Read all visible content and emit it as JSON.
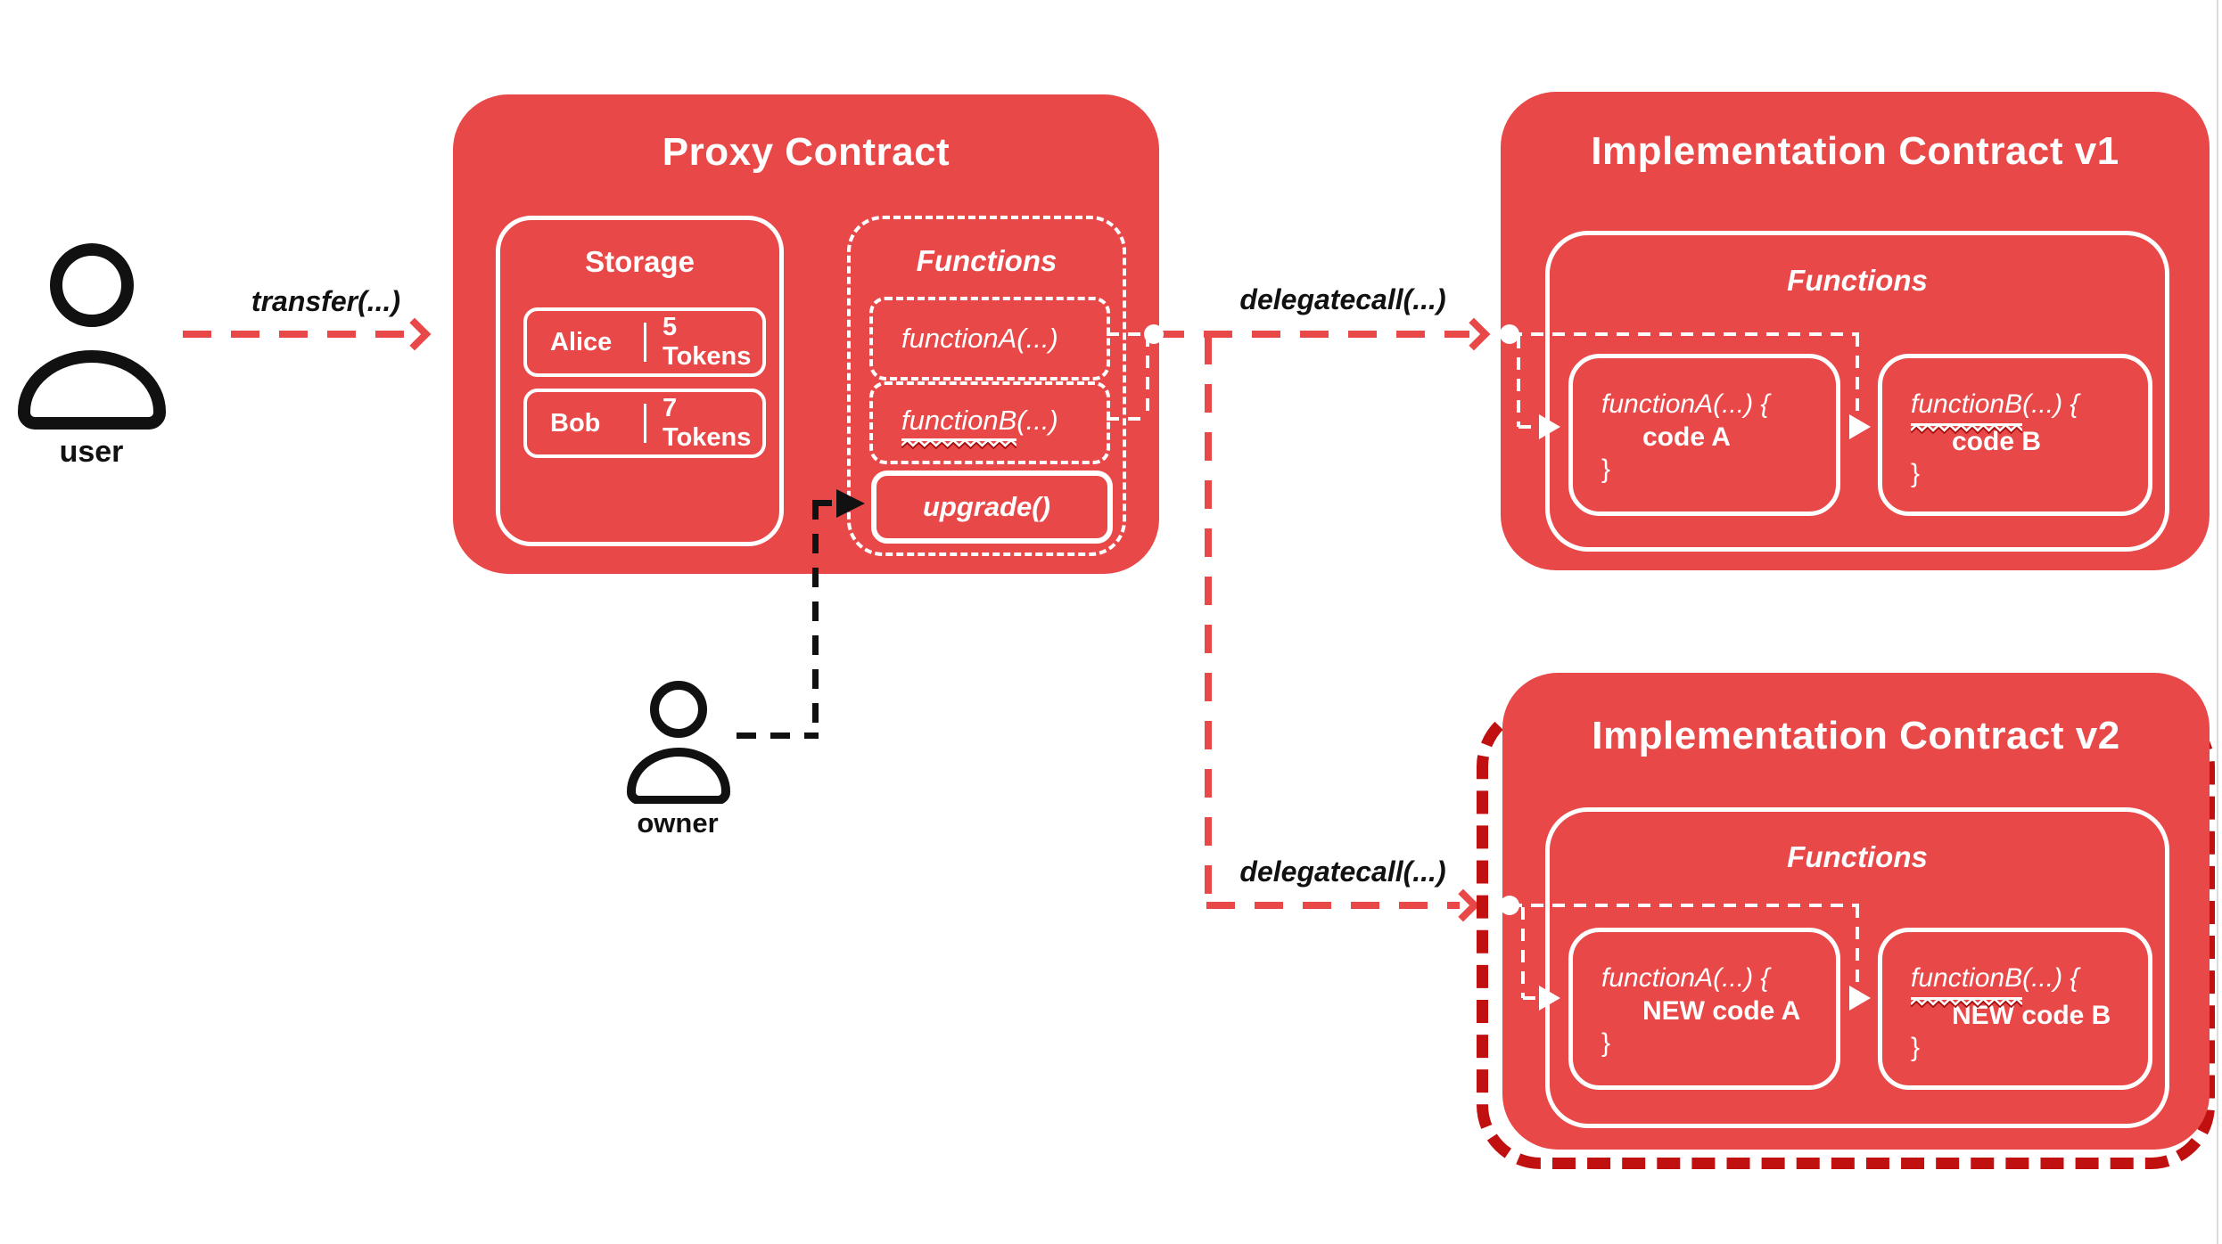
{
  "colors": {
    "red": "#e84848",
    "dark_red": "#c01010",
    "ink": "#111111",
    "edge_line": "#dcdcdc"
  },
  "user": {
    "label": "user"
  },
  "owner": {
    "label": "owner"
  },
  "arrows": {
    "transfer": "transfer(...)",
    "delegatecall_top": "delegatecall(...)",
    "delegatecall_bottom": "delegatecall(...)"
  },
  "proxy": {
    "title": "Proxy Contract",
    "storage": {
      "title": "Storage",
      "rows": [
        {
          "name": "Alice",
          "value": "5 Tokens"
        },
        {
          "name": "Bob",
          "value": "7 Tokens"
        }
      ]
    },
    "functions": {
      "title": "Functions",
      "functionA": {
        "name": "functionA",
        "args": "(...)"
      },
      "functionB": {
        "name": "functionB",
        "args": "(...)"
      },
      "upgrade": {
        "label": "upgrade()"
      }
    }
  },
  "impl_v1": {
    "title": "Implementation Contract v1",
    "functions": {
      "title": "Functions",
      "functionA": {
        "name": "functionA",
        "args": "(...) {",
        "body": "code A",
        "close": "}"
      },
      "functionB": {
        "name": "functionB",
        "args": "(...) {",
        "body": "code B",
        "close": "}"
      }
    }
  },
  "impl_v2": {
    "title": "Implementation Contract v2",
    "functions": {
      "title": "Functions",
      "functionA": {
        "name": "functionA",
        "args": "(...) {",
        "body": "NEW code A",
        "close": "}"
      },
      "functionB": {
        "name": "functionB",
        "args": "(...) {",
        "body": "NEW code B",
        "close": "}"
      }
    }
  }
}
